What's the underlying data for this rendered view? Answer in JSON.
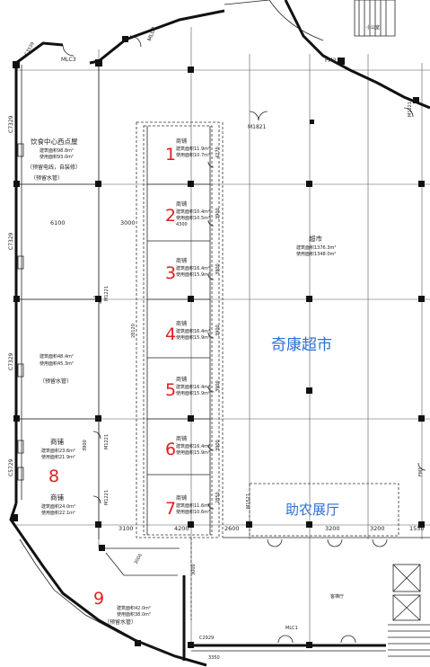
{
  "labels": {
    "top_left_tag": "C3539",
    "mlc3": "MLC3",
    "mlc2": "MLC2",
    "fm2": "FM2",
    "toilet": "小公室",
    "m1221_right": "M1221",
    "m1821": "M1821",
    "c7329_a": "C7329",
    "c7329_b": "C7329",
    "c7329_c": "C7329",
    "c5729": "C5729",
    "dim_6100": "6100",
    "dim_3000": "3000",
    "dim_4300": "4300",
    "dim_4270": "4270",
    "dim_3900_a": "3900",
    "dim_3900_b": "3900",
    "dim_3900_c": "3900",
    "dim_3900_d": "3900",
    "dim_3900_e": "3900",
    "dim_2850": "2850",
    "dim_28120": "28120",
    "dim_3100": "3100",
    "dim_4200": "4200",
    "dim_2600": "2600",
    "dim_3900_f": "3900",
    "dim_3200_a": "3200",
    "dim_3200_b": "3200",
    "dim_1550": "1550",
    "dim_3000_b": "3000",
    "dim_3000_c": "3000",
    "dim_3350": "3350",
    "m1521": "M1521",
    "m1221_a": "M1221",
    "m1221_b": "M1221",
    "m1221_c": "M1221",
    "mlc1": "MLC1",
    "c2929": "C2929",
    "fm1": "FM1",
    "reception": "客梯厅"
  },
  "rooms": {
    "canteen": {
      "title": "饮食中心西点屋",
      "area1": "建筑面积98.8m²",
      "area2": "使用面积93.0m²",
      "note1": "（预留电线，自装修）",
      "note2": "（预留水管）"
    },
    "room_mid_left": {
      "area1": "建筑面积48.4m²",
      "area2": "使用面积45.3m²",
      "note": "（预留水管）"
    },
    "shop8a": {
      "title": "商铺",
      "area1": "建筑面积23.6m²",
      "area2": "使用面积21.9m²"
    },
    "shop8b": {
      "title": "商铺",
      "area1": "建筑面积24.0m²",
      "area2": "使用面积22.1m²"
    },
    "shop9": {
      "area1": "建筑面积42.0m²",
      "area2": "使用面积38.0m²",
      "note": "（预留水管）"
    },
    "supermarket": {
      "title": "超市",
      "area1": "建筑面积1376.3m²",
      "area2": "使用面积1348.0m²"
    }
  },
  "shops": [
    {
      "num": "1",
      "title": "商铺",
      "area1": "建筑面积11.9m²",
      "area2": "使用面积10.7m²"
    },
    {
      "num": "2",
      "title": "商铺",
      "area1": "建筑面积10.4m²",
      "area2": "使用面积10.5m²"
    },
    {
      "num": "3",
      "title": "商铺",
      "area1": "建筑面积16.4m²",
      "area2": "使用面积15.9m²"
    },
    {
      "num": "4",
      "title": "商铺",
      "area1": "建筑面积16.4m²",
      "area2": "使用面积15.9m²"
    },
    {
      "num": "5",
      "title": "商铺",
      "area1": "建筑面积16.4m²",
      "area2": "使用面积15.9m²"
    },
    {
      "num": "6",
      "title": "商铺",
      "area1": "建筑面积16.4m²",
      "area2": "使用面积15.9m²"
    },
    {
      "num": "7",
      "title": "商铺",
      "area1": "建筑面积11.6m²",
      "area2": "使用面积10.6m²"
    }
  ],
  "annotations": {
    "num8": "8",
    "num9": "9",
    "qikang": "奇康超市",
    "zhunong": "助农展厅"
  },
  "colors": {
    "annotation_red": "#e02020",
    "annotation_blue": "#2e6fd0"
  }
}
